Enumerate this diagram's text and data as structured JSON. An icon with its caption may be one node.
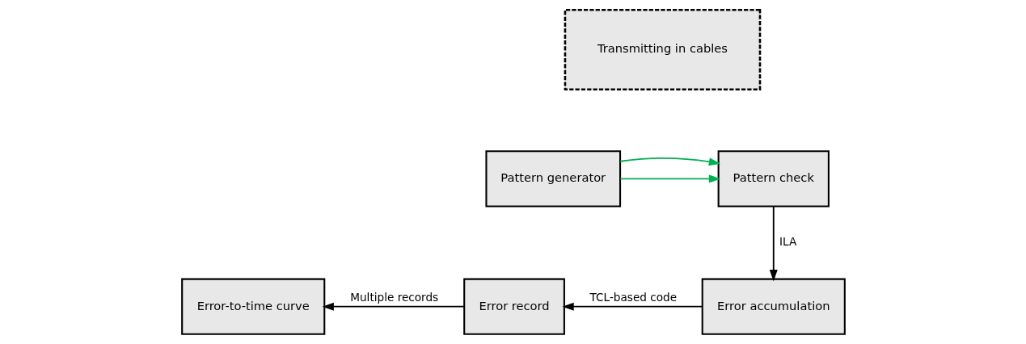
{
  "diagram": {
    "nodes": [
      {
        "text": [
          "Pattern generator"
        ]
      },
      {
        "text": [
          "Transmitting in cables"
        ]
      },
      {
        "text": [
          "Pattern check"
        ]
      },
      {
        "text": [
          "Error accumulation"
        ]
      },
      {
        "text": [
          "Error record"
        ]
      },
      {
        "text": [
          "Error-to-time curve"
        ]
      }
    ],
    "edges": [
      {
        "from": 0,
        "to": 2,
        "arrow": "to",
        "color": "#00b050"
      },
      {
        "from": 0,
        "to": 2,
        "arrow": "to",
        "color": "#00b050"
      },
      {
        "from": 2,
        "to": 3,
        "arrow": "to",
        "label": "ILA"
      },
      {
        "from": 3,
        "to": 4,
        "arrow": "to",
        "label": "TCL-based code"
      },
      {
        "from": 4,
        "to": 5,
        "arrow": "to",
        "label": "Multiple records"
      }
    ]
  }
}
